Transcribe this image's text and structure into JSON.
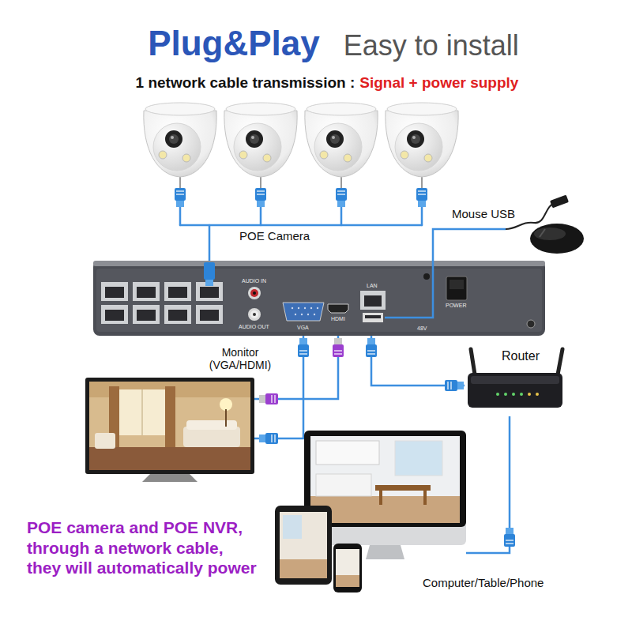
{
  "diagram": {
    "title": "Plug&Play",
    "caption": "POE camera and POE NVR, through a network cable, they will automatically power",
    "nodes": [
      {
        "text": [
          "Mouse USB"
        ]
      },
      {
        "text": [
          "AUDIO IN",
          "AUDIO OUT",
          "VGA",
          "HDMI",
          "LAN",
          "POWER",
          "48V"
        ]
      },
      {
        "text": [
          "Router"
        ]
      },
      {
        "text": [
          "Monitor (VGA/HDMI)"
        ]
      },
      {
        "text": [
          "Computer/Table/Phone"
        ]
      }
    ],
    "edges": [
      {
        "from": 0,
        "to": 1,
        "arrow": "none"
      },
      {
        "from": 1,
        "to": 3,
        "arrow": "none"
      },
      {
        "from": 1,
        "to": 3,
        "arrow": "none"
      },
      {
        "from": 1,
        "to": 2,
        "arrow": "none"
      },
      {
        "from": 2,
        "to": 4,
        "arrow": "none"
      }
    ],
    "labels": [
      "Easy to install",
      "1 network cable transmission :",
      "Signal + power supply",
      "POE Camera"
    ]
  }
}
